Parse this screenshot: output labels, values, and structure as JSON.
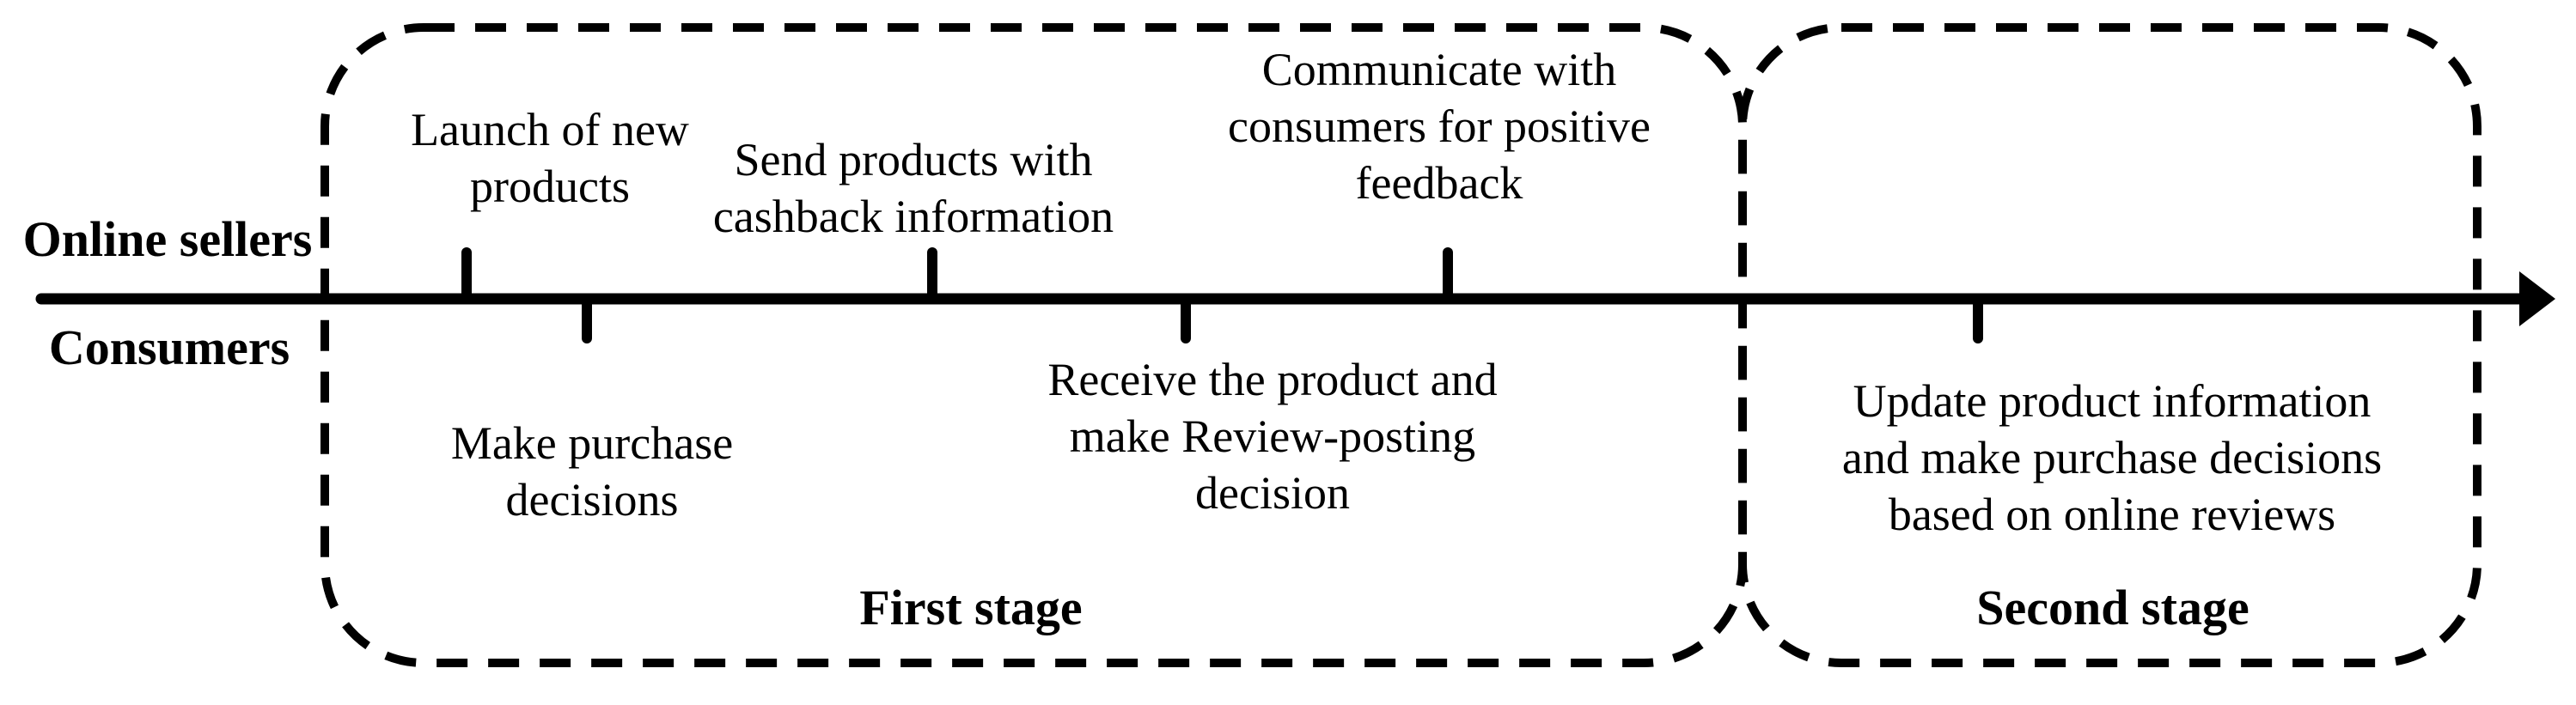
{
  "colors": {
    "ink": "#000000",
    "background": "#ffffff"
  },
  "actors": {
    "top": "Online sellers",
    "bottom": "Consumers"
  },
  "stages": [
    {
      "label": "First stage"
    },
    {
      "label": "Second stage"
    }
  ],
  "seller_events": [
    {
      "lines": [
        "Launch of new",
        "products"
      ]
    },
    {
      "lines": [
        "Send products with",
        "cashback information"
      ]
    },
    {
      "lines": [
        "Communicate with",
        "consumers for positive",
        "feedback"
      ]
    }
  ],
  "consumer_events": [
    {
      "lines": [
        "Make purchase",
        "decisions"
      ]
    },
    {
      "lines": [
        "Receive the product and",
        "make Review-posting",
        "decision"
      ]
    },
    {
      "lines": [
        "Update product information",
        "and make purchase decisions",
        "based on online reviews"
      ]
    }
  ]
}
